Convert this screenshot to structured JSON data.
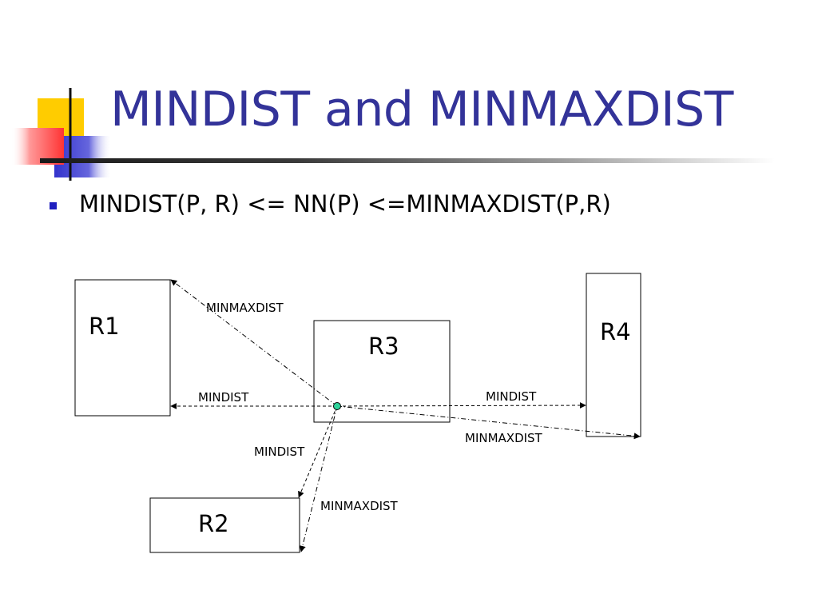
{
  "slide": {
    "title": "MINDIST and MINMAXDIST",
    "bullet": "MINDIST(P, R) <= NN(P) <=MINMAXDIST(P,R)"
  },
  "diagram": {
    "regions": {
      "r1": "R1",
      "r2": "R2",
      "r3": "R3",
      "r4": "R4"
    },
    "labels": {
      "r1_minmaxdist": "MINMAXDIST",
      "r1_mindist": "MINDIST",
      "r4_mindist": "MINDIST",
      "r4_minmaxdist": "MINMAXDIST",
      "r2_mindist": "MINDIST",
      "r2_minmaxdist": "MINMAXDIST"
    },
    "point_color": "#2ed39a"
  },
  "colors": {
    "title": "#333399",
    "bullet": "#1f1fbf",
    "deco_yellow": "#ffcc00",
    "deco_red": "#ff3333",
    "deco_blue": "#3333cc"
  }
}
